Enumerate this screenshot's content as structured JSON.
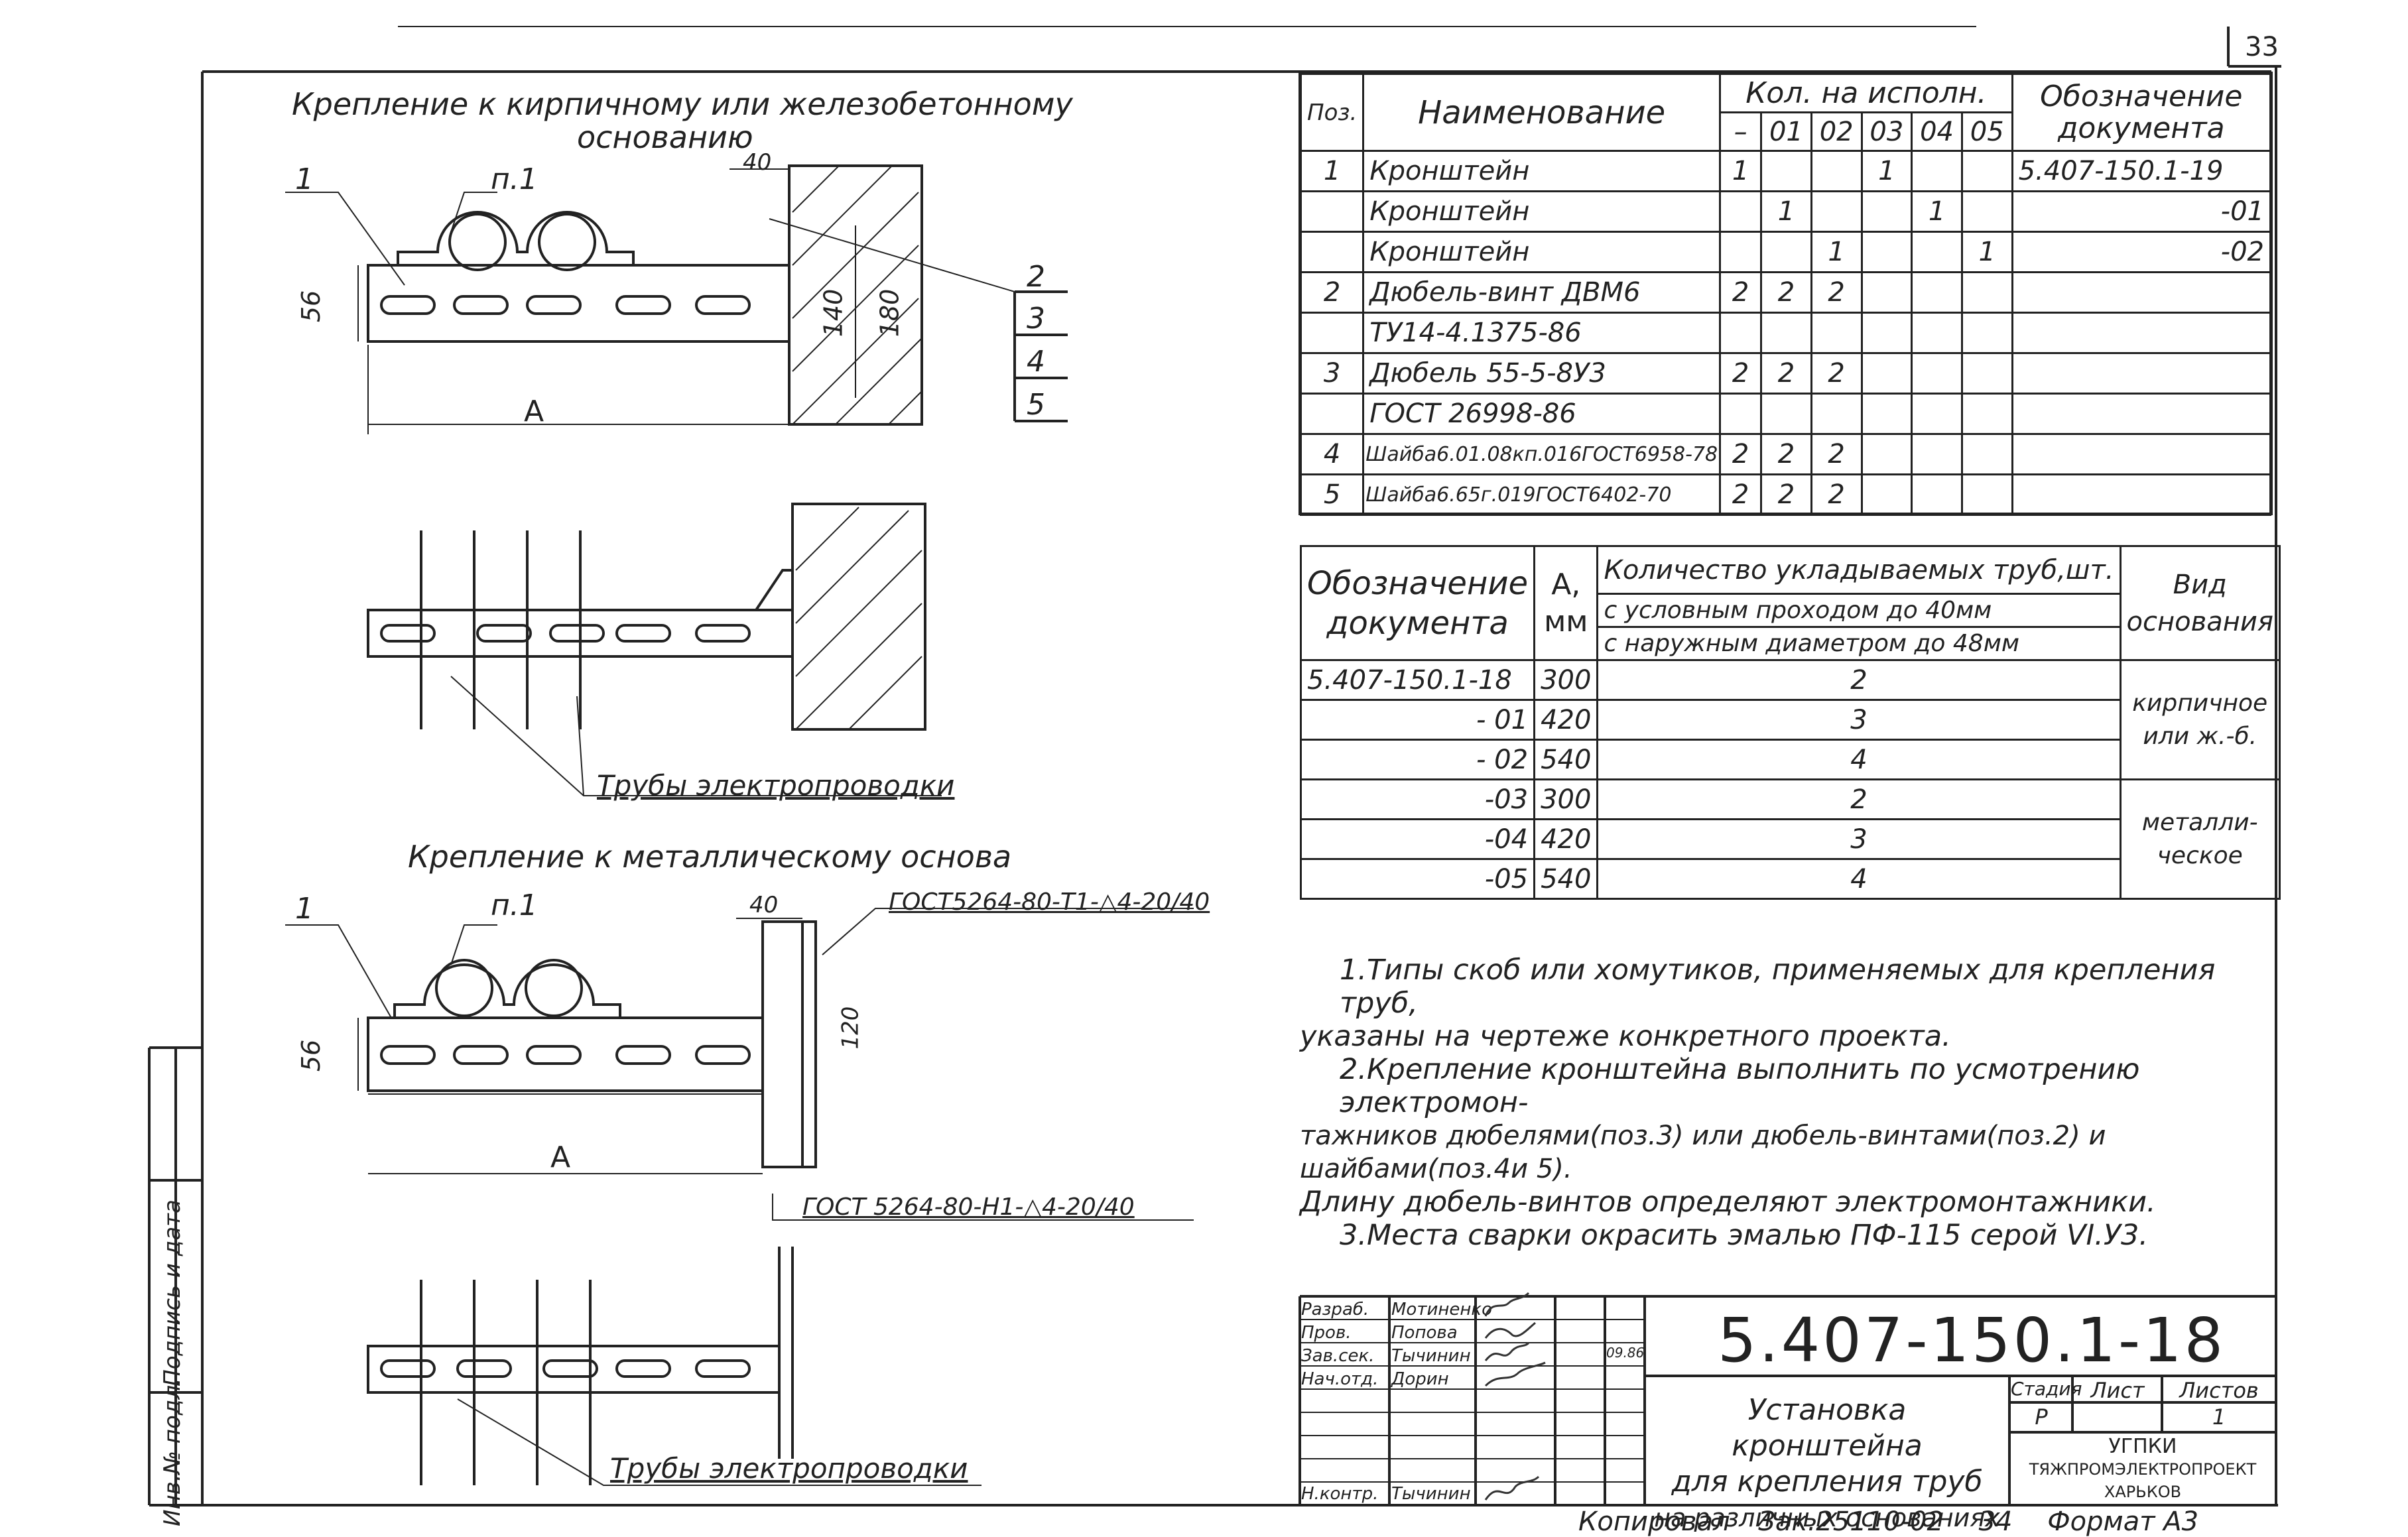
{
  "page_number": "33",
  "sections": {
    "brick_title_line1": "Крепление к кирпичному или железобетонному",
    "brick_title_line2": "основанию",
    "metal_title": "Крепление к металлическому основа"
  },
  "drawing_labels": {
    "pos1_top": "1",
    "p1_top": "п.1",
    "dim56_top": "56",
    "dim40_top": "40",
    "dim140": "140",
    "dim180": "180",
    "dimA_top": "A",
    "callouts": [
      "2",
      "3",
      "4",
      "5"
    ],
    "pipes_label_top": "Трубы электропроводки",
    "pos1_mid": "1",
    "p1_mid": "п.1",
    "dim40_mid": "40",
    "weld_mid": "ГОСТ5264-80-Т1-△4-20/40",
    "dim56_mid": "56",
    "dim120_mid": "120",
    "dimA_mid": "A",
    "weld_bottom": "ГОСТ 5264-80-Н1-△4-20/40",
    "pipes_label_bottom": "Трубы электропроводки"
  },
  "spec_table": {
    "headers": {
      "pos": "Поз.",
      "name": "Наименование",
      "qty_group": "Кол. на исполн.",
      "qty_cols": [
        "–",
        "01",
        "02",
        "03",
        "04",
        "05"
      ],
      "doc_line1": "Обозначение",
      "doc_line2": "документа"
    },
    "rows": [
      {
        "pos": "1",
        "name": "Кронштейн",
        "q": [
          "1",
          "",
          "",
          "1",
          "",
          ""
        ],
        "doc": "5.407-150.1-19"
      },
      {
        "pos": "",
        "name": "Кронштейн",
        "q": [
          "",
          "1",
          "",
          "",
          "1",
          ""
        ],
        "doc": "-01"
      },
      {
        "pos": "",
        "name": "Кронштейн",
        "q": [
          "",
          "",
          "1",
          "",
          "",
          "1"
        ],
        "doc": "-02"
      },
      {
        "pos": "2",
        "name": "Дюбель-винт ДВМ6",
        "q": [
          "2",
          "2",
          "2",
          "",
          "",
          ""
        ],
        "doc": ""
      },
      {
        "pos": "",
        "name": "ТУ14-4.1375-86",
        "q": [
          "",
          "",
          "",
          "",
          "",
          ""
        ],
        "doc": ""
      },
      {
        "pos": "3",
        "name": "Дюбель 55-5-8У3",
        "q": [
          "2",
          "2",
          "2",
          "",
          "",
          ""
        ],
        "doc": ""
      },
      {
        "pos": "",
        "name": "ГОСТ 26998-86",
        "q": [
          "",
          "",
          "",
          "",
          "",
          ""
        ],
        "doc": ""
      },
      {
        "pos": "4",
        "name": "Шайба6.01.08кп.016ГОСТ6958-78",
        "q": [
          "2",
          "2",
          "2",
          "",
          "",
          ""
        ],
        "doc": ""
      },
      {
        "pos": "5",
        "name": "Шайба6.65г.019ГОСТ6402-70",
        "q": [
          "2",
          "2",
          "2",
          "",
          "",
          ""
        ],
        "doc": ""
      }
    ]
  },
  "options_table": {
    "headers": {
      "doc_line1": "Обозначение",
      "doc_line2": "документа",
      "a_line1": "А,",
      "a_line2": "мм",
      "count_title": "Количество укладываемых труб,шт.",
      "count_sub1": "с условным проходом до 40мм",
      "count_sub2": "с наружным диаметром до 48мм",
      "base_line1": "Вид",
      "base_line2": "основания"
    },
    "rows": [
      {
        "doc": "5.407-150.1-18",
        "a": "300",
        "count": "2"
      },
      {
        "doc": "- 01",
        "a": "420",
        "count": "3"
      },
      {
        "doc": "- 02",
        "a": "540",
        "count": "4"
      },
      {
        "doc": "-03",
        "a": "300",
        "count": "2"
      },
      {
        "doc": "-04",
        "a": "420",
        "count": "3"
      },
      {
        "doc": "-05",
        "a": "540",
        "count": "4"
      }
    ],
    "base_brick_line1": "кирпичное",
    "base_brick_line2": "или ж.-б.",
    "base_metal_line1": "металли-",
    "base_metal_line2": "ческое"
  },
  "notes": [
    "1.Типы скоб или хомутиков, применяемых для крепления труб,",
    "указаны на чертеже конкретного проекта.",
    "2.Крепление кронштейна выполнить по усмотрению электромон-",
    "тажников дюбелями(поз.3) или дюбель-винтами(поз.2) и шайбами(поз.4и 5).",
    "Длину дюбель-винтов определяют электромонтажники.",
    "3.Места сварки окрасить эмалью ПФ-115 серой VI.У3."
  ],
  "title_block": {
    "doc_number": "5.407-150.1-18",
    "roles": [
      {
        "role": "Разраб.",
        "name": "Мотиненко",
        "date": ""
      },
      {
        "role": "Пров.",
        "name": "Попова",
        "date": ""
      },
      {
        "role": "Зав.сек.",
        "name": "Тычинин",
        "date": "09.86"
      },
      {
        "role": "Нач.отд.",
        "name": "Дорин",
        "date": ""
      },
      {
        "role": "Н.контр.",
        "name": "Тычинин",
        "date": ""
      }
    ],
    "title_line1": "Установка кронштейна",
    "title_line2": "для крепления труб",
    "title_line3": "на различных основаниях",
    "stage_label": "Стадия",
    "sheet_label": "Лист",
    "sheets_label": "Листов",
    "stage_value": "Р",
    "sheets_value": "1",
    "org_line1": "УГПКИ",
    "org_line2": "ТЯЖПРОМЭЛЕКТРОПРОЕКТ",
    "org_line3": "ХАРЬКОВ"
  },
  "side_stamp": {
    "signature_date": "Подпись и дата",
    "original_inv": "Инв.№ подл."
  },
  "footer": {
    "copied": "Копировал",
    "order": "Зак.25110-02",
    "number": "34",
    "format": "Формат А3"
  }
}
